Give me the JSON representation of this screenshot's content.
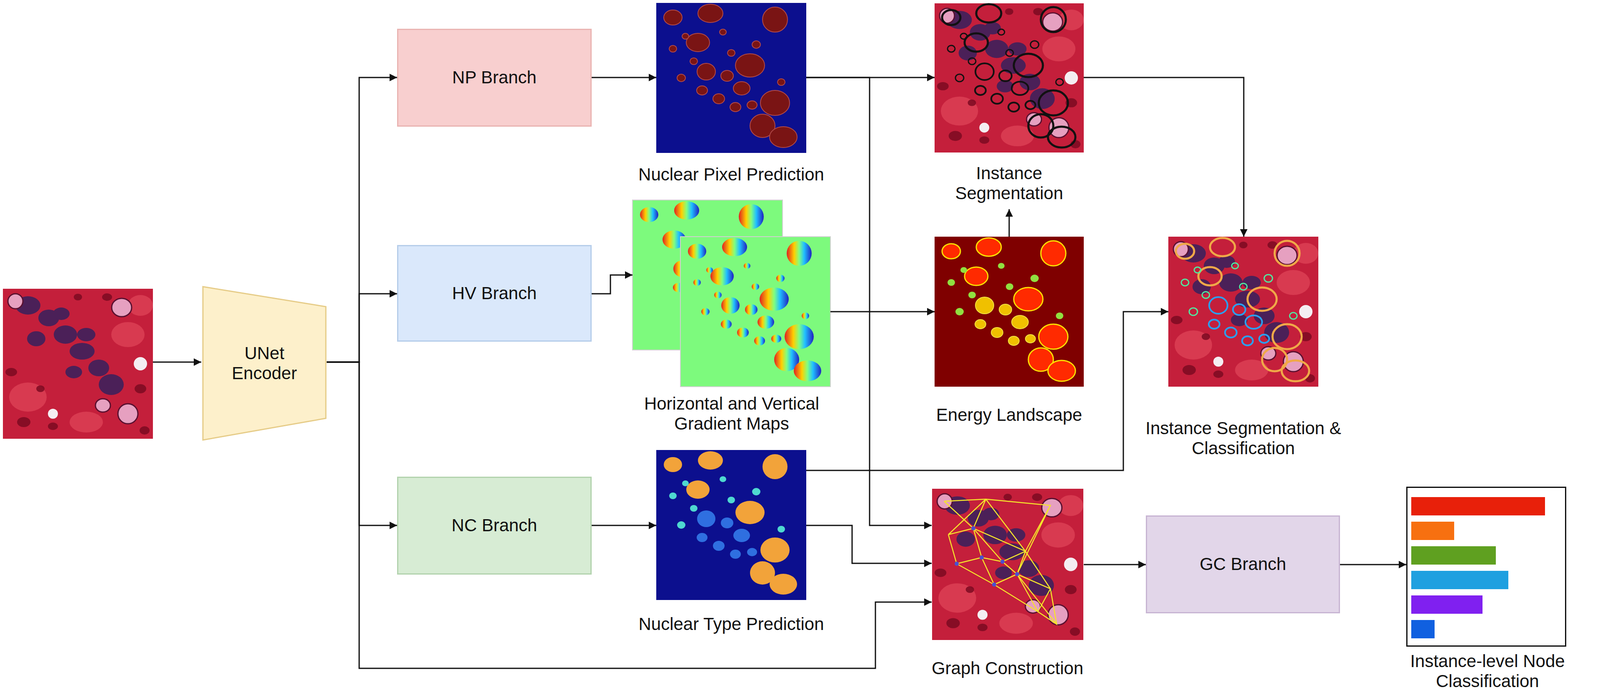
{
  "diagram": {
    "nodes": [
      {
        "text": [
          "UNet Encoder"
        ]
      },
      {
        "text": [
          "NP Branch"
        ]
      },
      {
        "text": [
          "HV Branch"
        ]
      },
      {
        "text": [
          "NC Branch"
        ]
      },
      {
        "text": [
          "Nuclear Pixel Prediction"
        ]
      },
      {
        "text": [
          "Horizontal and Vertical Gradient Maps"
        ]
      },
      {
        "text": [
          "Nuclear Type Prediction"
        ]
      },
      {
        "text": [
          "Instance Segmentation"
        ]
      },
      {
        "text": [
          "Energy Landscape"
        ]
      },
      {
        "text": [
          "Graph Construction"
        ]
      },
      {
        "text": [
          "Instance Segmentation & Classification"
        ]
      },
      {
        "text": [
          "GC Branch"
        ]
      },
      {
        "text": [
          "Instance-level Node Classification"
        ]
      }
    ],
    "edges": [
      {
        "from": 0,
        "to": 1,
        "arrow": "to"
      },
      {
        "from": 0,
        "to": 2,
        "arrow": "to"
      },
      {
        "from": 0,
        "to": 3,
        "arrow": "to"
      },
      {
        "from": 1,
        "to": 4,
        "arrow": "to"
      },
      {
        "from": 2,
        "to": 5,
        "arrow": "to"
      },
      {
        "from": 3,
        "to": 6,
        "arrow": "to"
      },
      {
        "from": 4,
        "to": 7,
        "arrow": "to"
      },
      {
        "from": 4,
        "to": 9,
        "arrow": "to"
      },
      {
        "from": 5,
        "to": 8,
        "arrow": "to"
      },
      {
        "from": 8,
        "to": 7,
        "arrow": "to"
      },
      {
        "from": 7,
        "to": 10,
        "arrow": "to"
      },
      {
        "from": 6,
        "to": 10,
        "arrow": "to"
      },
      {
        "from": 6,
        "to": 9,
        "arrow": "to"
      },
      {
        "from": 0,
        "to": 9,
        "arrow": "to"
      },
      {
        "from": 9,
        "to": 11,
        "arrow": "to"
      },
      {
        "from": 11,
        "to": 12,
        "arrow": "to"
      }
    ]
  }
}
